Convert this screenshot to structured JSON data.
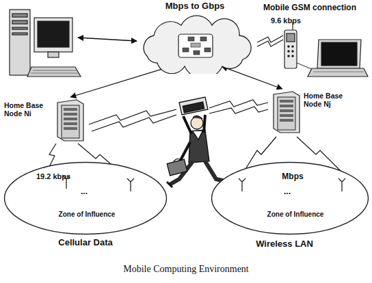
{
  "diagram": {
    "caption": "Mobile Computing Environment",
    "nodes": [
      {
        "text": [
          "Mbps to Gbps"
        ]
      },
      {
        "text": [
          "Home Base Node Ni"
        ]
      },
      {
        "text": [
          "Home Base Node Nj"
        ]
      },
      {
        "text": [
          "19.2 kbps",
          "...",
          "Zone of Influence",
          "Cellular Data"
        ]
      },
      {
        "text": [
          "Mbps",
          "...",
          "Zone of Influence",
          "Wireless LAN"
        ]
      }
    ],
    "edges": [
      {
        "from": 0,
        "to": 1,
        "arrow": "both"
      },
      {
        "from": 0,
        "to": 2,
        "arrow": "both"
      }
    ],
    "labels": [
      "Mobile GSM connection",
      "9.6 kbps"
    ]
  }
}
